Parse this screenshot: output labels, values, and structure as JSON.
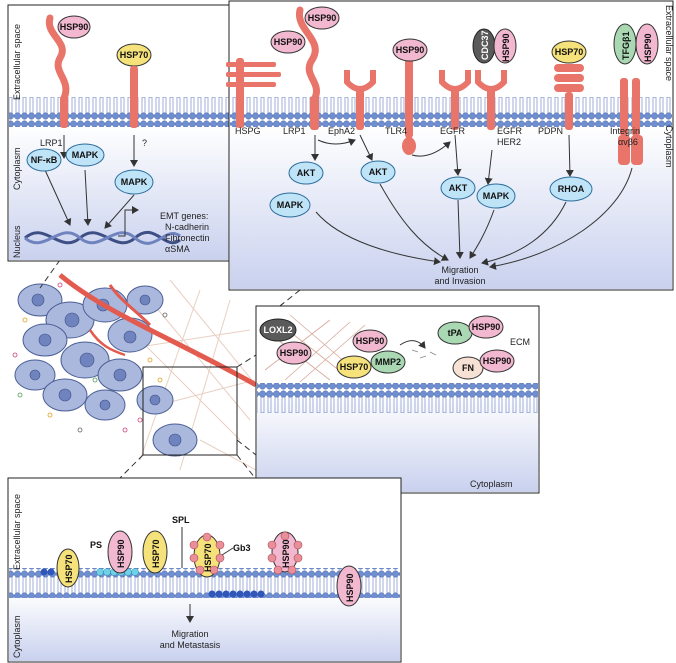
{
  "colors": {
    "hsp90": "#f2b8cf",
    "hsp70": "#f6e27a",
    "blue_node": "#bfe3f7",
    "green": "#a9d8b3",
    "grey": "#5a5a5a",
    "red_receptor": "#e8746a",
    "membrane_head": "#6f8fd1",
    "cytoplasm_bg": "#d8def2"
  },
  "panel_a": {
    "extracellular": "Extracellular space",
    "cytoplasm": "Cytoplasm",
    "nucleus": "Nucleus",
    "hsp90": "HSP90",
    "hsp70": "HSP70",
    "lrp1": "LRP1",
    "question": "?",
    "nfkb": "NF-κB",
    "mapk1": "MAPK",
    "mapk2": "MAPK",
    "emt_genes": "EMT genes:",
    "ncadherin": "N-cadherin",
    "fibronectin": "Fibronectin",
    "asma": "αSMA"
  },
  "panel_b": {
    "extracellular": "Extracellular space",
    "cytoplasm": "Cytoplasm",
    "hsp90_a": "HSP90",
    "hsp90_b": "HSP90",
    "hsp90_c": "HSP90",
    "hsp90_d": "HSP90",
    "hsp90_e": "HSP90",
    "hsp70": "HSP70",
    "cdc37": "CDC37",
    "tgfb": "TFGβ1",
    "hspg": "HSPG",
    "lrp1": "LRP1",
    "epha2": "EphA2",
    "tlr4": "TLR4",
    "egfr": "EGFR",
    "egfr_her2": "EGFR",
    "her2": "HER2",
    "pdpn": "PDPN",
    "integrin": "Integrin",
    "avb6": "αvβ6",
    "akt1": "AKT",
    "mapk1": "MAPK",
    "akt2": "AKT",
    "akt3": "AKT",
    "mapk2": "MAPK",
    "rhoa": "RHOA",
    "migration": "Migration",
    "invasion": "and Invasion"
  },
  "panel_c": {
    "loxl2": "LOXL2",
    "hsp90_a": "HSP90",
    "hsp90_b": "HSP90",
    "hsp90_c": "HSP90",
    "hsp90_d": "HSP90",
    "hsp70": "HSP70",
    "mmp2": "MMP2",
    "tpa": "tPA",
    "fn": "FN",
    "ecm": "ECM",
    "cytoplasm": "Cytoplasm"
  },
  "panel_d": {
    "extracellular": "Extracellular space",
    "cytoplasm": "Cytoplasm",
    "ps": "PS",
    "spl": "SPL",
    "gb3": "Gb3",
    "hsp70_a": "HSP70",
    "hsp90_a": "HSP90",
    "hsp70_b": "HSP70",
    "hsp70_c": "HSP70",
    "hsp90_b": "HSP90",
    "hsp90_c": "HSP90",
    "migration": "Migration",
    "metastasis": "and Metastasis"
  }
}
